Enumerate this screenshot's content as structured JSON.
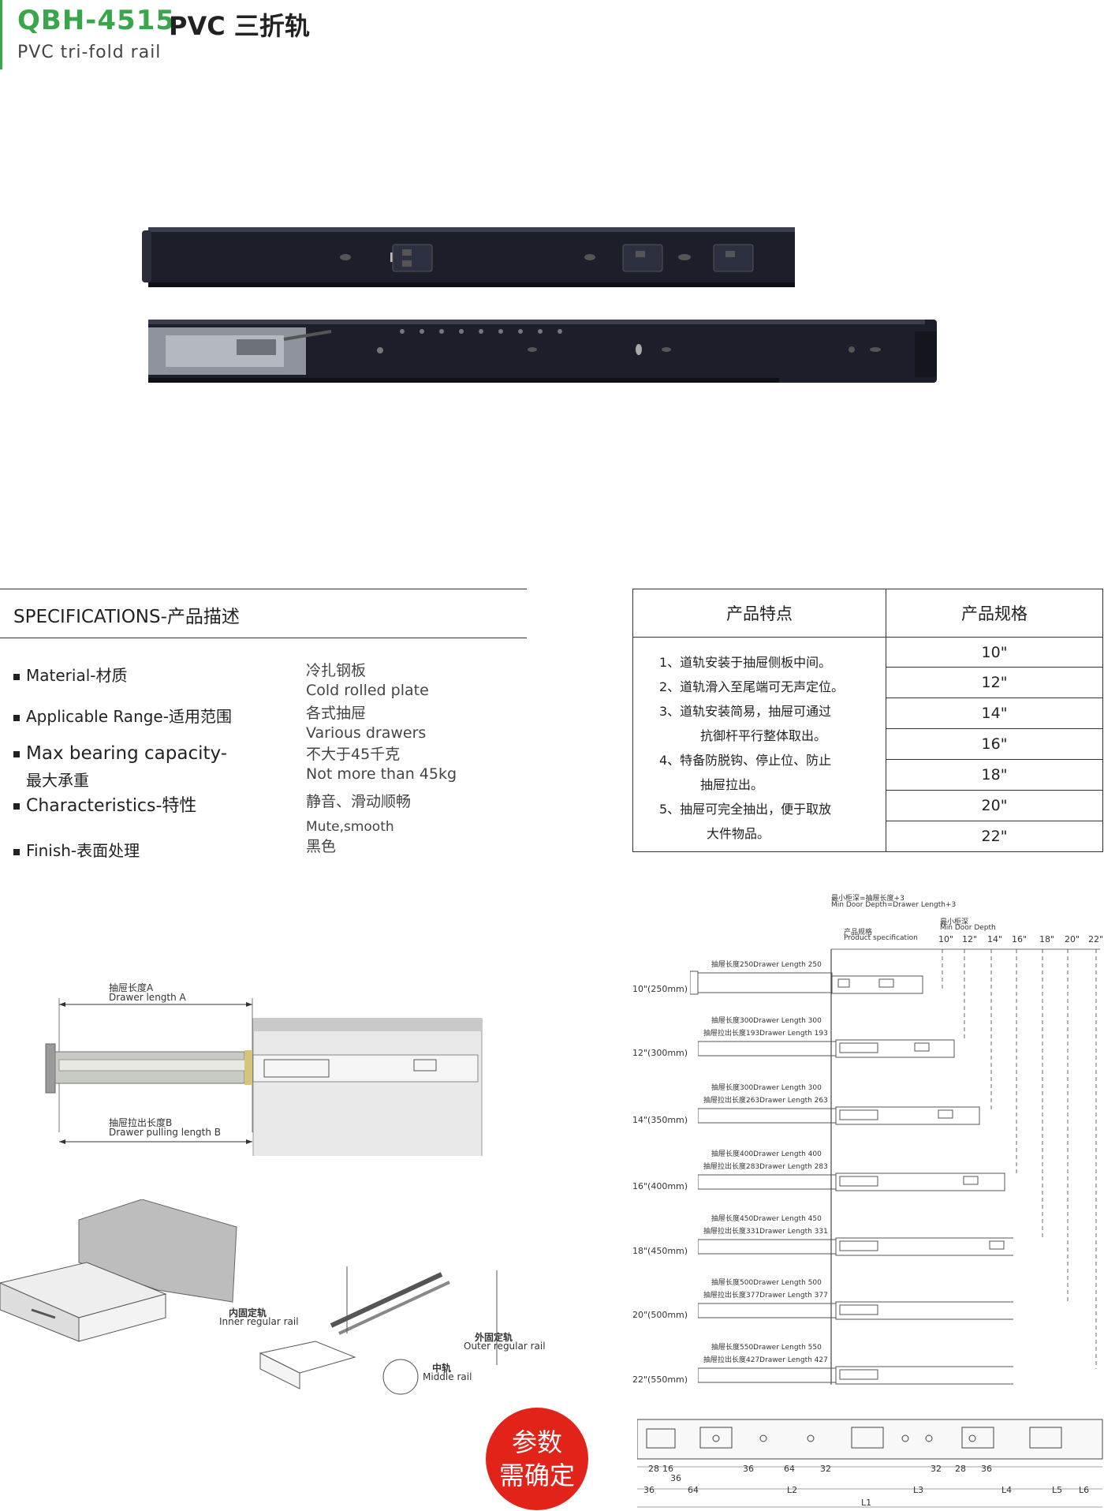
{
  "header": {
    "model": "QBH-4515",
    "name_cn": "PVC 三折轨",
    "name_en": "PVC tri-fold rail"
  },
  "specifications": {
    "title": "SPECIFICATIONS-产品描述",
    "items": [
      {
        "label": "Material-材质",
        "value_cn": "冷扎钢板",
        "value_en": "Cold rolled plate"
      },
      {
        "label": "Applicable Range-适用范围",
        "value_cn": "各式抽屉",
        "value_en": "Various drawers"
      },
      {
        "label": "Max bearing capacity-",
        "label2": "最大承重",
        "value_cn": "不大于45千克",
        "value_en": "Not more than 45kg"
      },
      {
        "label": "Characteristics-特性",
        "value_cn": "静音、滑动顺畅",
        "value_en": "Mute,smooth"
      },
      {
        "label": "Finish-表面处理",
        "value_cn": "黑色"
      }
    ]
  },
  "table": {
    "col1": "产品特点",
    "col2": "产品规格",
    "features": [
      "1、道轨安装于抽屉侧板中间。",
      "2、道轨滑入至尾端可无声定位。",
      "3、道轨安装简易，抽屉可通过",
      "抗御杆平行整体取出。",
      "4、特备防脱钩、停止位、防止",
      "抽屉拉出。",
      "5、抽屉可完全抽出，便于取放",
      "大件物品。"
    ],
    "sizes": [
      "10\"",
      "12\"",
      "14\"",
      "16\"",
      "18\"",
      "20\"",
      "22\""
    ]
  },
  "left_diagram": {
    "length_a_cn": "抽屉长度A",
    "length_a_en": "Drawer length A",
    "length_b_cn": "抽屉拉出长度B",
    "length_b_en": "Drawer pulling length B"
  },
  "install": {
    "inner_cn": "内固定轨",
    "inner_en": "Inner regular rail",
    "outer_cn": "外固定轨",
    "outer_en": "Outer regular rail",
    "middle_cn": "中轨",
    "middle_en": "Middle rail"
  },
  "sizing_chart": {
    "min_depth_cn": "最小柜深=抽屉长度+3",
    "min_depth_en": "Min Door Depth=Drawer Length+3",
    "min_depth2_cn": "最小柜深",
    "min_depth2_en": "Min Door Depth",
    "spec_cn": "产品规格",
    "spec_en": "Product specification",
    "top_sizes": [
      "10\"",
      "12\"",
      "14\"",
      "16\"",
      "18\"",
      "20\"",
      "22\""
    ],
    "rows": [
      {
        "label": "10\"(250mm)",
        "length": "抽屉长度250Drawer Length 250",
        "pull": ""
      },
      {
        "label": "12\"(300mm)",
        "length": "抽屉长度300Drawer Length 300",
        "pull": "抽屉拉出长度193Drawer Length 193"
      },
      {
        "label": "14\"(350mm)",
        "length": "抽屉长度300Drawer Length 300",
        "pull": "抽屉拉出长度263Drawer Length 263"
      },
      {
        "label": "16\"(400mm)",
        "length": "抽屉长度400Drawer Length 400",
        "pull": "抽屉拉出长度283Drawer Length 283"
      },
      {
        "label": "18\"(450mm)",
        "length": "抽屉长度450Drawer Length 450",
        "pull": "抽屉拉出长度331Drawer Length 331"
      },
      {
        "label": "20\"(500mm)",
        "length": "抽屉长度500Drawer Length 500",
        "pull": "抽屉拉出长度377Drawer Length 377"
      },
      {
        "label": "22\"(550mm)",
        "length": "抽屉长度550Drawer Length 550",
        "pull": "抽屉拉出长度427Drawer Length 427"
      }
    ]
  },
  "hole_diagram": {
    "dims_top": [
      "28",
      "16",
      "36",
      "36",
      "64",
      "32",
      "32",
      "28",
      "36"
    ],
    "dims_bottom": [
      "36",
      "64",
      "L2",
      "L3",
      "L4",
      "L5",
      "L6",
      "L1"
    ]
  },
  "badge": {
    "line1": "参数",
    "line2": "需确定"
  },
  "colors": {
    "accent": "#3aa64b",
    "badge": "#e2231a",
    "rail": "#1c1f2a"
  }
}
